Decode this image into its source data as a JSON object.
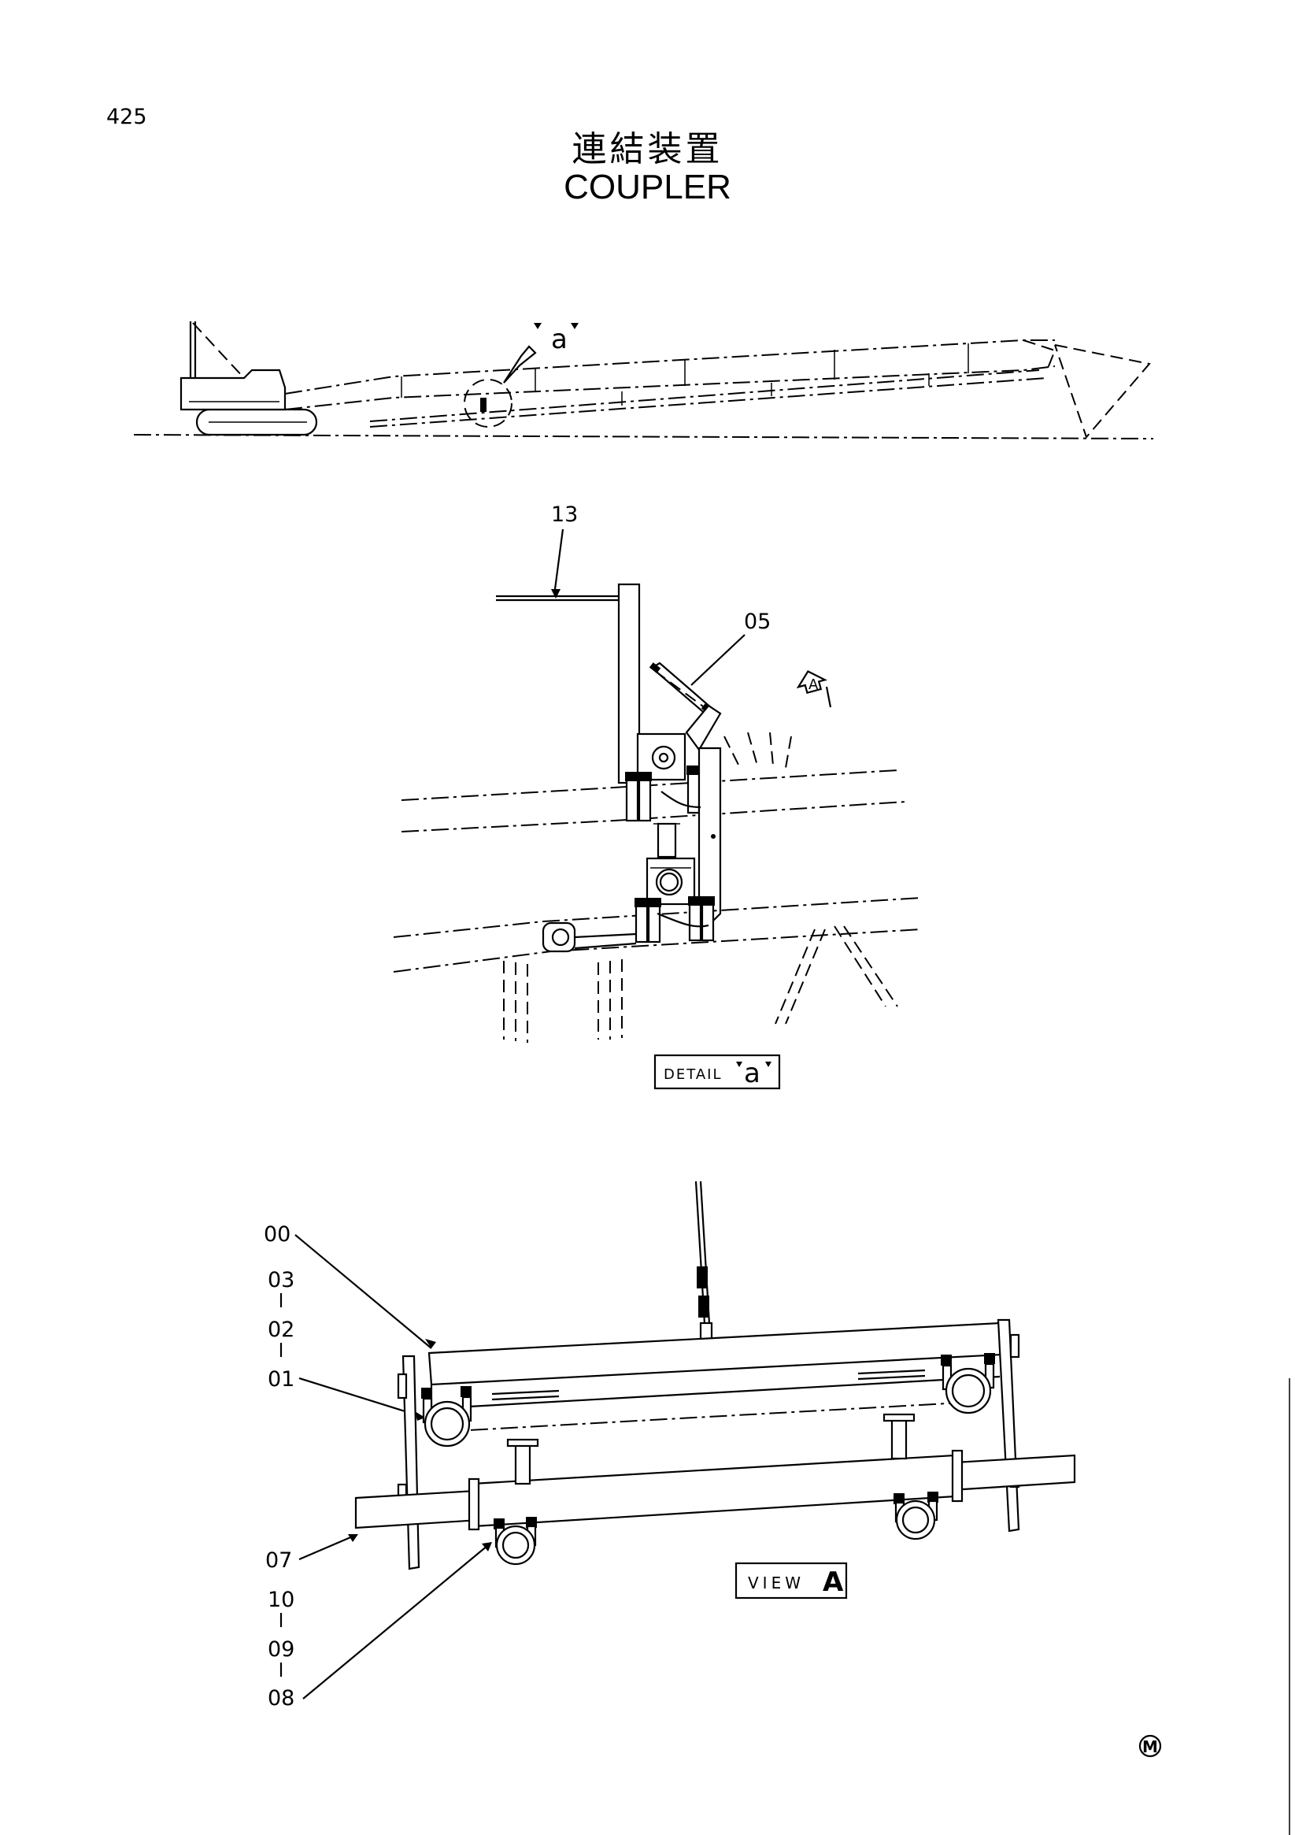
{
  "page_number": "425",
  "title_ja": "連結装置",
  "title_en": "COUPLER",
  "overview": {
    "detail_marker": "a"
  },
  "detail_a": {
    "callouts": {
      "c13": "13",
      "c05": "05"
    },
    "view_marker": "A",
    "caption_prefix": "DETAIL",
    "caption_letter": "a"
  },
  "view_a": {
    "callouts": {
      "c00": "00",
      "c03": "03",
      "c02": "02",
      "c01": "01",
      "c07": "07",
      "c10": "10",
      "c09": "09",
      "c08": "08"
    },
    "caption_prefix": "VIEW",
    "caption_letter": "A"
  },
  "mark": "M"
}
